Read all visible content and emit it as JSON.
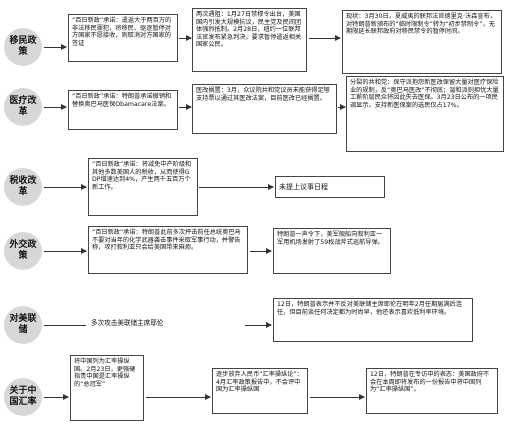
{
  "rows": [
    {
      "category": "移民政策",
      "boxes": [
        "“百日新政”承诺：遣返大于两百万的非法移民罪犯，将移民、驱逐暂停对方国家不愿接收，则取消对方国家的签证",
        "两次遇阻：1月27日禁穆令出台，美国国内引发大规模抗议，民主党及民间团体强烈抵制。2月28日，纽约一位联邦法官发布紧急判决，要求暂停遣返相关国家公民。",
        "现状：3月30日，夏威夷的联邦法官德里克·沃森宣布，对特朗普新颁布的“临时限制令”转为“初步禁制令”，无期限延长联邦政府对移民禁令的暂停时间。"
      ]
    },
    {
      "category": "医疗改革",
      "boxes": [
        "“百日新政”承诺：特朗普承诺撤销和替换奥巴马医保Obamacare法案。",
        "医改搁置：3月，众议院共和党议员未能获得足够支持票以通过其医改法案，目前医改已经搁置。",
        "分裂的共和党：保守派抱怨新医改保留大量对医疗保险业的规制，反“奥巴马医改”不彻底；温和派则担忧大量工薪阶层民众将因此失去医保。3月23日公布的一项民调显示，支持新医保案的选民仅占17%。"
      ]
    },
    {
      "category": "税收改革",
      "boxes": [
        "“百日新政”承诺：将减免中产阶级和其他多数美国人的税收，从而使得GDP增速达到4%，产生两千五百万个新工作。",
        "未提上议事日程"
      ]
    },
    {
      "category": "外交政策",
      "boxes": [
        "“百日新政”承诺：特朗普此前多次抨击前任总统奥巴马不要对当年的化学武器袭击事件采取军事行动，并警告称，攻打叙利亚只会给美国带来麻烦。",
        "特朗普一声令下，美军舰船向叙利亚一军用机场发射了59枚战斧式巡航导弹。"
      ]
    },
    {
      "category": "对美联储",
      "boxes": [
        "多次攻击美联储主席耶伦",
        "12日，特朗普表示并不反对美联储主席耶伦在明年2月任期届满后连任，但目前谈任何决定都为时尚早，他还表示喜欢低利率环境。"
      ]
    },
    {
      "category": "关于中国汇率",
      "boxes": [
        "将中国列为汇率操纵国。2月23日，更强硬指责中国是汇率操纵的“总冠军”",
        "逐步放弃人民币“汇率操纵论”：4月汇率政策报告中，不会评中国为汇率操纵国",
        "12日，特朗普在专访中的表态：美国政府不会在本周即将发布的一份报告中将中国列为“汇率操纵国”。"
      ]
    }
  ]
}
